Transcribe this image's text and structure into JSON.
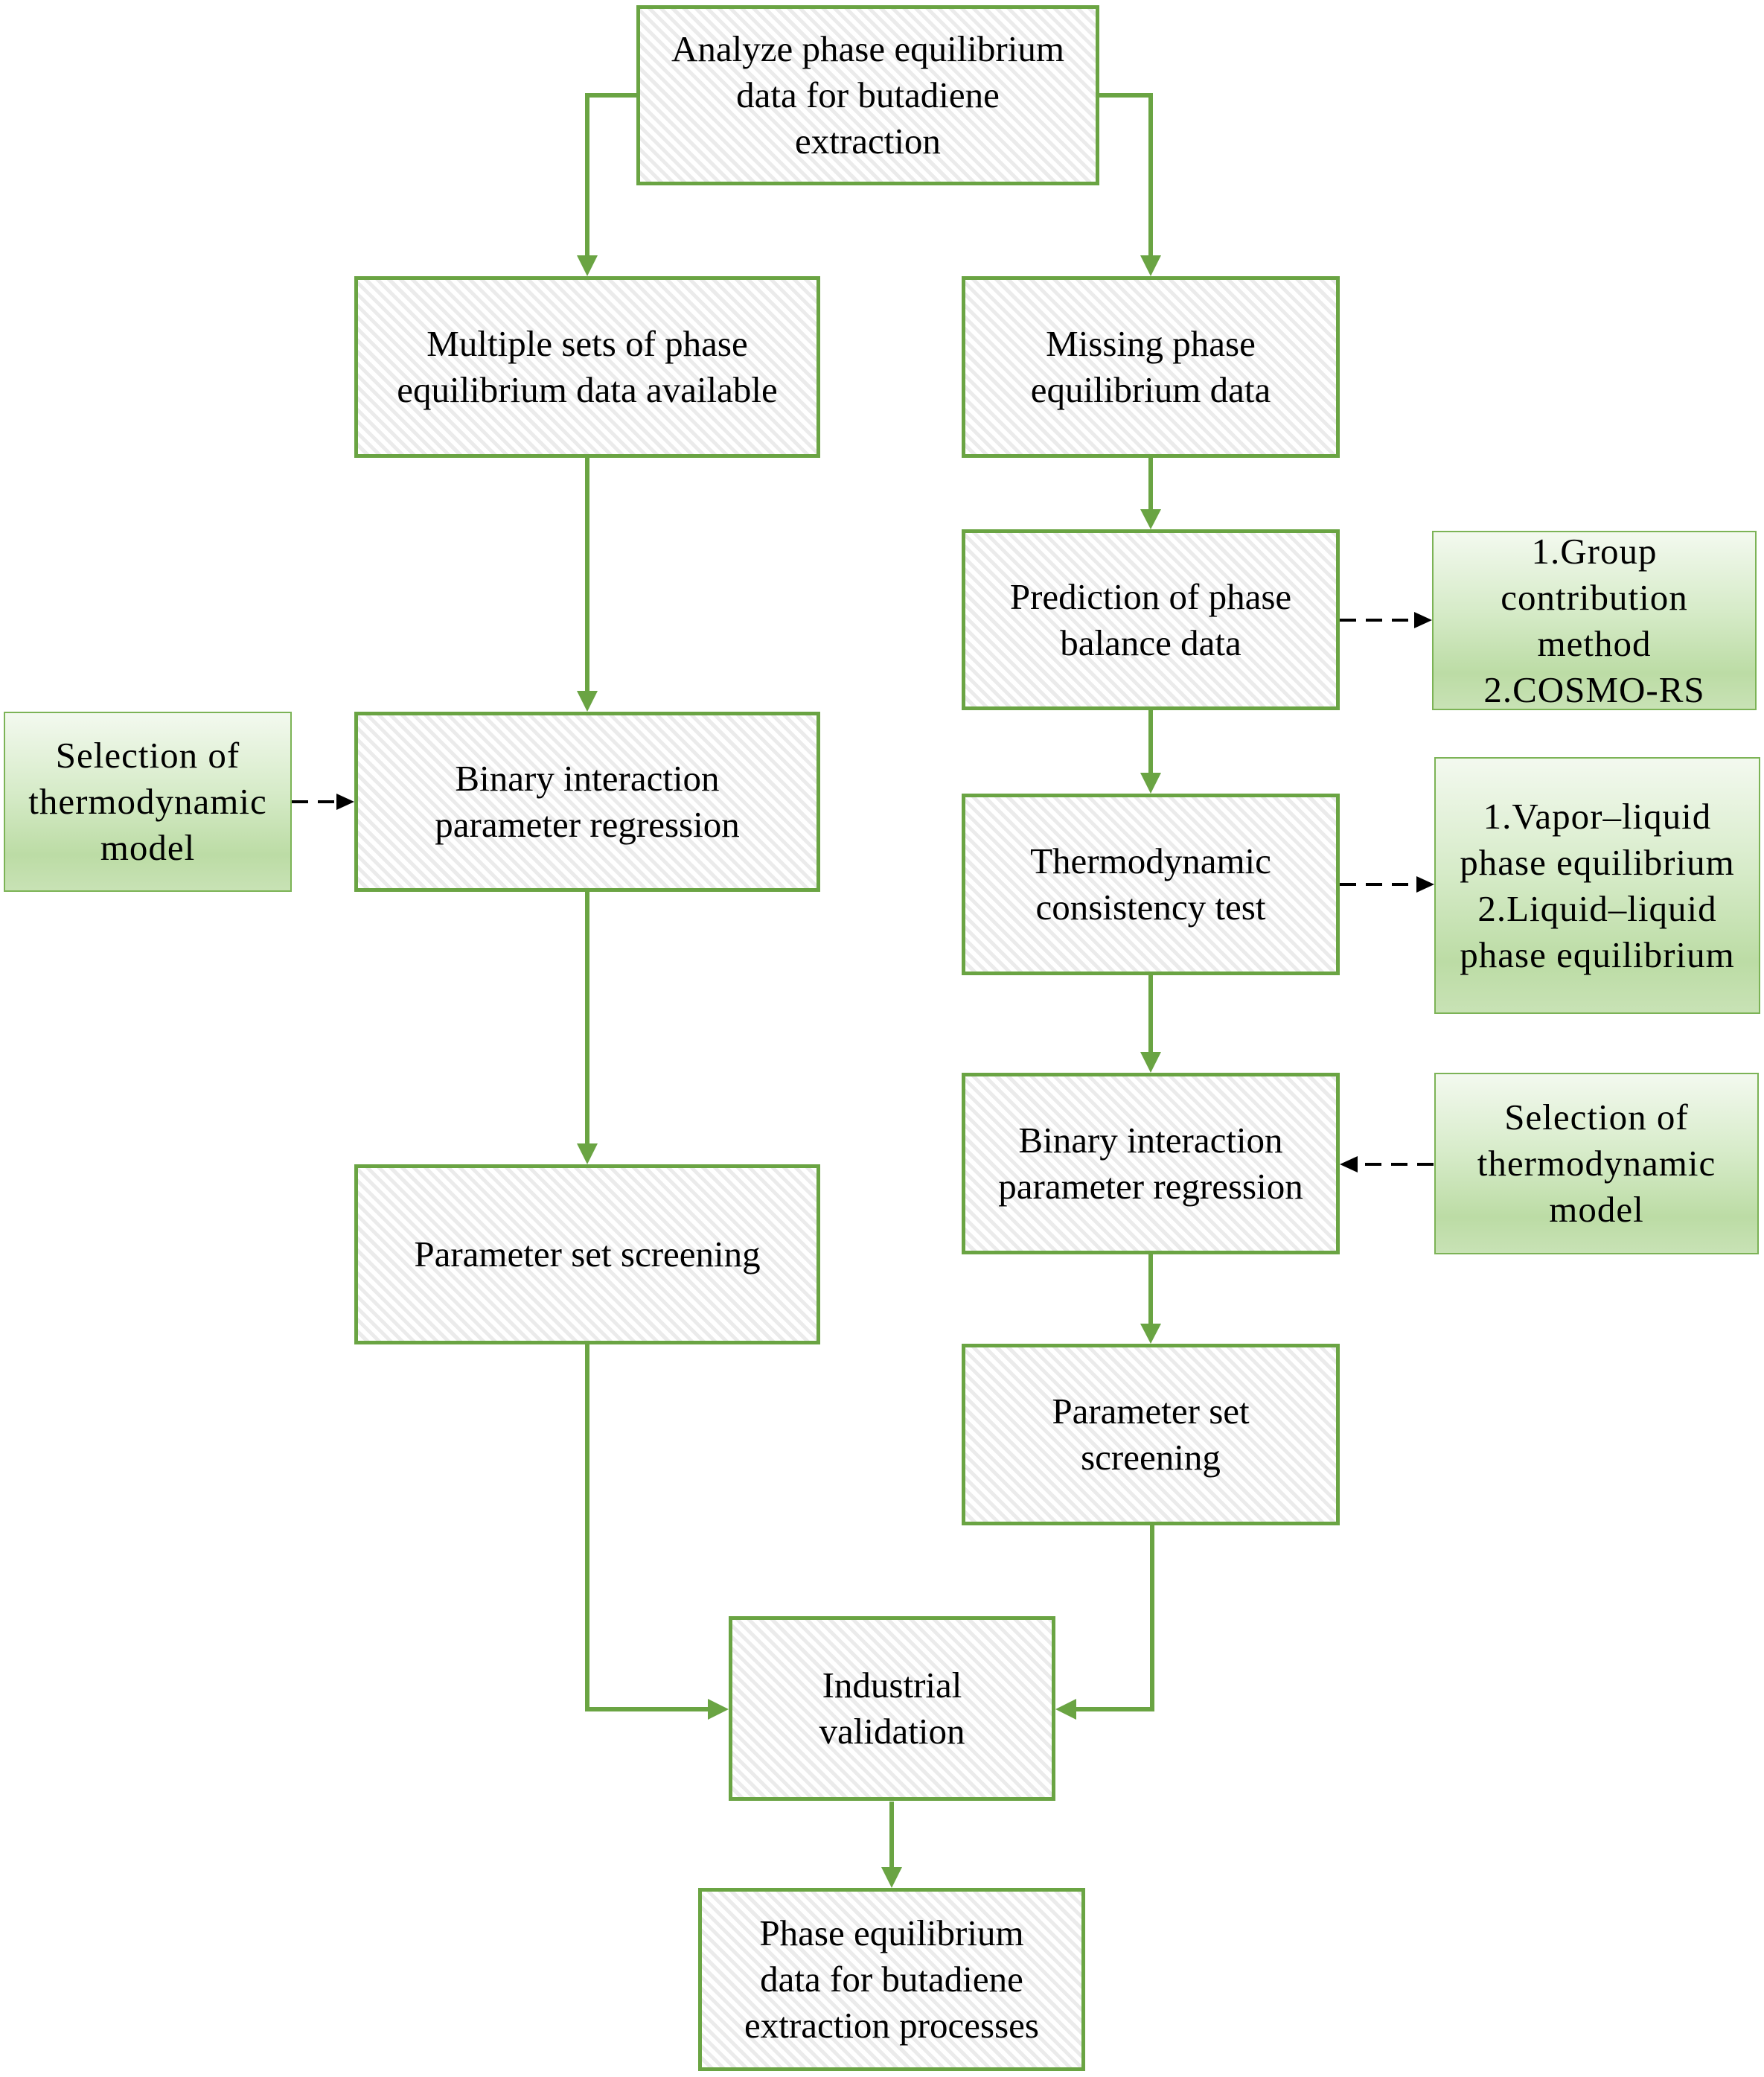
{
  "diagram": {
    "type": "flowchart",
    "nodes": {
      "start": {
        "label": "Analyze phase equilibrium\ndata for butadiene\nextraction",
        "kind": "process"
      },
      "multiple_sets": {
        "label": "Multiple sets of phase\nequilibrium data available",
        "kind": "process"
      },
      "missing_data": {
        "label": "Missing phase\nequilibrium data",
        "kind": "process"
      },
      "prediction": {
        "label": "Prediction of phase\nbalance data",
        "kind": "process"
      },
      "prediction_methods": {
        "label": "1.Group\ncontribution\nmethod\n2.COSMO-RS",
        "kind": "auxiliary"
      },
      "model_selection_left": {
        "label": "Selection of\nthermodynamic\nmodel",
        "kind": "auxiliary"
      },
      "regression_left": {
        "label": "Binary interaction\nparameter regression",
        "kind": "process"
      },
      "consistency_test": {
        "label": "Thermodynamic\nconsistency test",
        "kind": "process"
      },
      "equilibrium_types": {
        "label": "1.Vapor–liquid\nphase equilibrium\n2.Liquid–liquid\nphase equilibrium",
        "kind": "auxiliary"
      },
      "screening_left": {
        "label": "Parameter set screening",
        "kind": "process"
      },
      "regression_right": {
        "label": "Binary interaction\nparameter regression",
        "kind": "process"
      },
      "model_selection_right": {
        "label": "Selection of\nthermodynamic\nmodel",
        "kind": "auxiliary"
      },
      "screening_right": {
        "label": "Parameter set\nscreening",
        "kind": "process"
      },
      "industrial_validation": {
        "label": "Industrial\nvalidation",
        "kind": "process"
      },
      "result": {
        "label": "Phase equilibrium\ndata for butadiene\nextraction processes",
        "kind": "process"
      }
    },
    "edges": [
      {
        "from": "start",
        "to": "multiple_sets",
        "style": "solid"
      },
      {
        "from": "start",
        "to": "missing_data",
        "style": "solid"
      },
      {
        "from": "multiple_sets",
        "to": "regression_left",
        "style": "solid"
      },
      {
        "from": "model_selection_left",
        "to": "regression_left",
        "style": "dashed"
      },
      {
        "from": "regression_left",
        "to": "screening_left",
        "style": "solid"
      },
      {
        "from": "screening_left",
        "to": "industrial_validation",
        "style": "solid"
      },
      {
        "from": "missing_data",
        "to": "prediction",
        "style": "solid"
      },
      {
        "from": "prediction",
        "to": "prediction_methods",
        "style": "dashed"
      },
      {
        "from": "prediction",
        "to": "consistency_test",
        "style": "solid"
      },
      {
        "from": "consistency_test",
        "to": "equilibrium_types",
        "style": "dashed"
      },
      {
        "from": "consistency_test",
        "to": "regression_right",
        "style": "solid"
      },
      {
        "from": "model_selection_right",
        "to": "regression_right",
        "style": "dashed"
      },
      {
        "from": "regression_right",
        "to": "screening_right",
        "style": "solid"
      },
      {
        "from": "screening_right",
        "to": "industrial_validation",
        "style": "solid"
      },
      {
        "from": "industrial_validation",
        "to": "result",
        "style": "solid"
      }
    ],
    "colors": {
      "process_border": "#6aa443",
      "flow_arrow": "#6aa443",
      "auxiliary_border": "#7cb356",
      "auxiliary_fill_top": "#f3f9ef",
      "auxiliary_fill_bottom": "#bcdca5",
      "dashed_arrow": "#000000",
      "text": "#000000"
    }
  }
}
